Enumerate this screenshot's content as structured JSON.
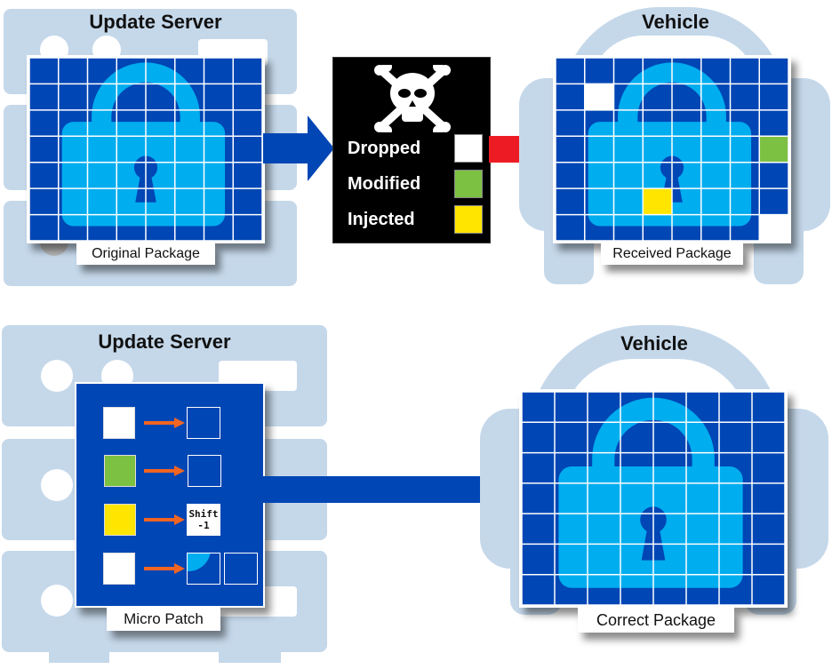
{
  "colors": {
    "grid_dark": "#0046b5",
    "grid_light": "#00adef",
    "grid_line": "#ffffff",
    "silhouette": "#c5d8ea",
    "dropped": "#ffffff",
    "modified": "#7dc142",
    "injected": "#ffe500",
    "attack_arrow": "#ed1c24",
    "flow_arrow": "#0046b5",
    "patch_arrow": "#f26522",
    "attack_box_bg": "#000000"
  },
  "top_row": {
    "server": {
      "title": "Update Server",
      "package_caption": "Original Package"
    },
    "attack": {
      "icon": "skull-and-crossbones-icon",
      "legend": [
        {
          "label": "Dropped",
          "key": "dropped"
        },
        {
          "label": "Modified",
          "key": "modified"
        },
        {
          "label": "Injected",
          "key": "injected"
        }
      ]
    },
    "vehicle": {
      "title": "Vehicle",
      "package_caption": "Received Package",
      "altered_cells": [
        {
          "row": 1,
          "col": 1,
          "type": "dropped"
        },
        {
          "row": 3,
          "col": 7,
          "type": "modified"
        },
        {
          "row": 5,
          "col": 3,
          "type": "injected"
        },
        {
          "row": 6,
          "col": 7,
          "type": "dropped"
        }
      ]
    }
  },
  "bottom_row": {
    "server": {
      "title": "Update Server",
      "patch_caption": "Micro Patch",
      "patch_rules": [
        {
          "from": "dropped",
          "to": "restore-block"
        },
        {
          "from": "modified",
          "to": "restore-block"
        },
        {
          "from": "injected",
          "to": "shift",
          "shift_label_line1": "Shift",
          "shift_label_line2": "-1"
        },
        {
          "from": "dropped",
          "to": "restore-blocks-pair"
        }
      ]
    },
    "vehicle": {
      "title": "Vehicle",
      "package_caption": "Correct Package"
    }
  },
  "grid": {
    "rows": 7,
    "cols": 8
  }
}
